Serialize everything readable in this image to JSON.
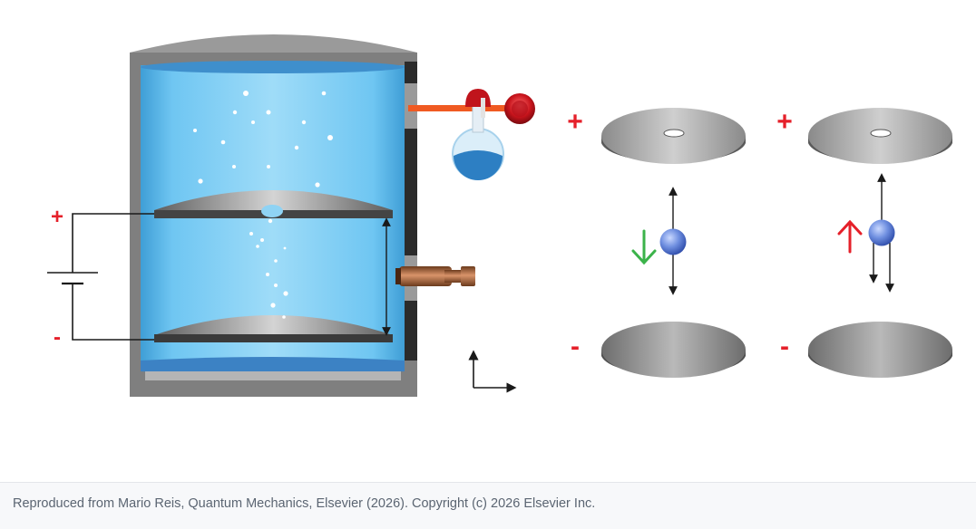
{
  "figure": {
    "apparatus": {
      "battery": {
        "plus_label": "+",
        "minus_label": "-"
      }
    },
    "panels": [
      {
        "plus_label": "+",
        "minus_label": "-",
        "spin_arrow": "down",
        "spin_color": "#3bb34a"
      },
      {
        "plus_label": "+",
        "minus_label": "-",
        "spin_arrow": "up",
        "spin_color": "#e5202a"
      }
    ],
    "colors": {
      "sign_red": "#e5202a",
      "chamber_blue": "#5bbdf0",
      "chamber_wall": "#8a8a8a",
      "nozzle_orange": "#f05a22",
      "droplet_blue": "#5b7fd6"
    }
  },
  "footer": {
    "caption": "Reproduced from Mario Reis, Quantum Mechanics, Elsevier (2026). Copyright (c) 2026 Elsevier Inc."
  }
}
